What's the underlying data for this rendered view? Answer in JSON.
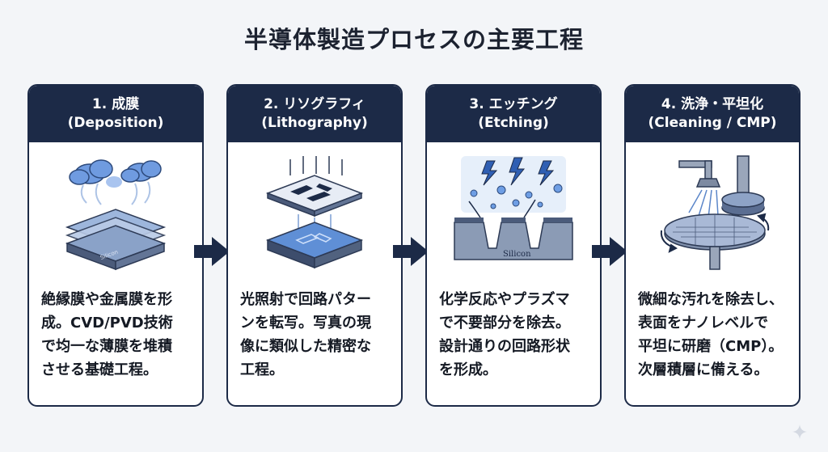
{
  "title": "半導体製造プロセスの主要工程",
  "steps": [
    {
      "heading": "1. 成膜",
      "subheading": "(Deposition)",
      "icon": "deposition-layers-icon",
      "wafer_label": "Silicon",
      "text": "絶縁膜や金属膜を形\n成。CVD/PVD技術\nで均一な薄膜を堆積\nさせる基礎工程。"
    },
    {
      "heading": "2. リソグラフィ",
      "subheading": "(Lithography)",
      "icon": "lithography-mask-icon",
      "text": "光照射で回路パター\nンを転写。写真の現\n像に類似した精密な\n工程。"
    },
    {
      "heading": "3. エッチング",
      "subheading": "(Etching)",
      "icon": "etching-plasma-icon",
      "wafer_label": "Silicon",
      "text": "化学反応やプラズマ\nで不要部分を除去。\n設計通りの回路形状\nを形成。"
    },
    {
      "heading": "4. 洗浄・平坦化",
      "subheading": "(Cleaning / CMP)",
      "icon": "cmp-polisher-icon",
      "text": "微細な汚れを除去し、\n表面をナノレベルで\n平坦に研磨（CMP）。\n次層積層に備える。"
    }
  ],
  "colors": {
    "header": "#1c2a47",
    "background": "#f3f5f8",
    "accent_blue": "#5b86c9",
    "arrow": "#1c2a47"
  }
}
